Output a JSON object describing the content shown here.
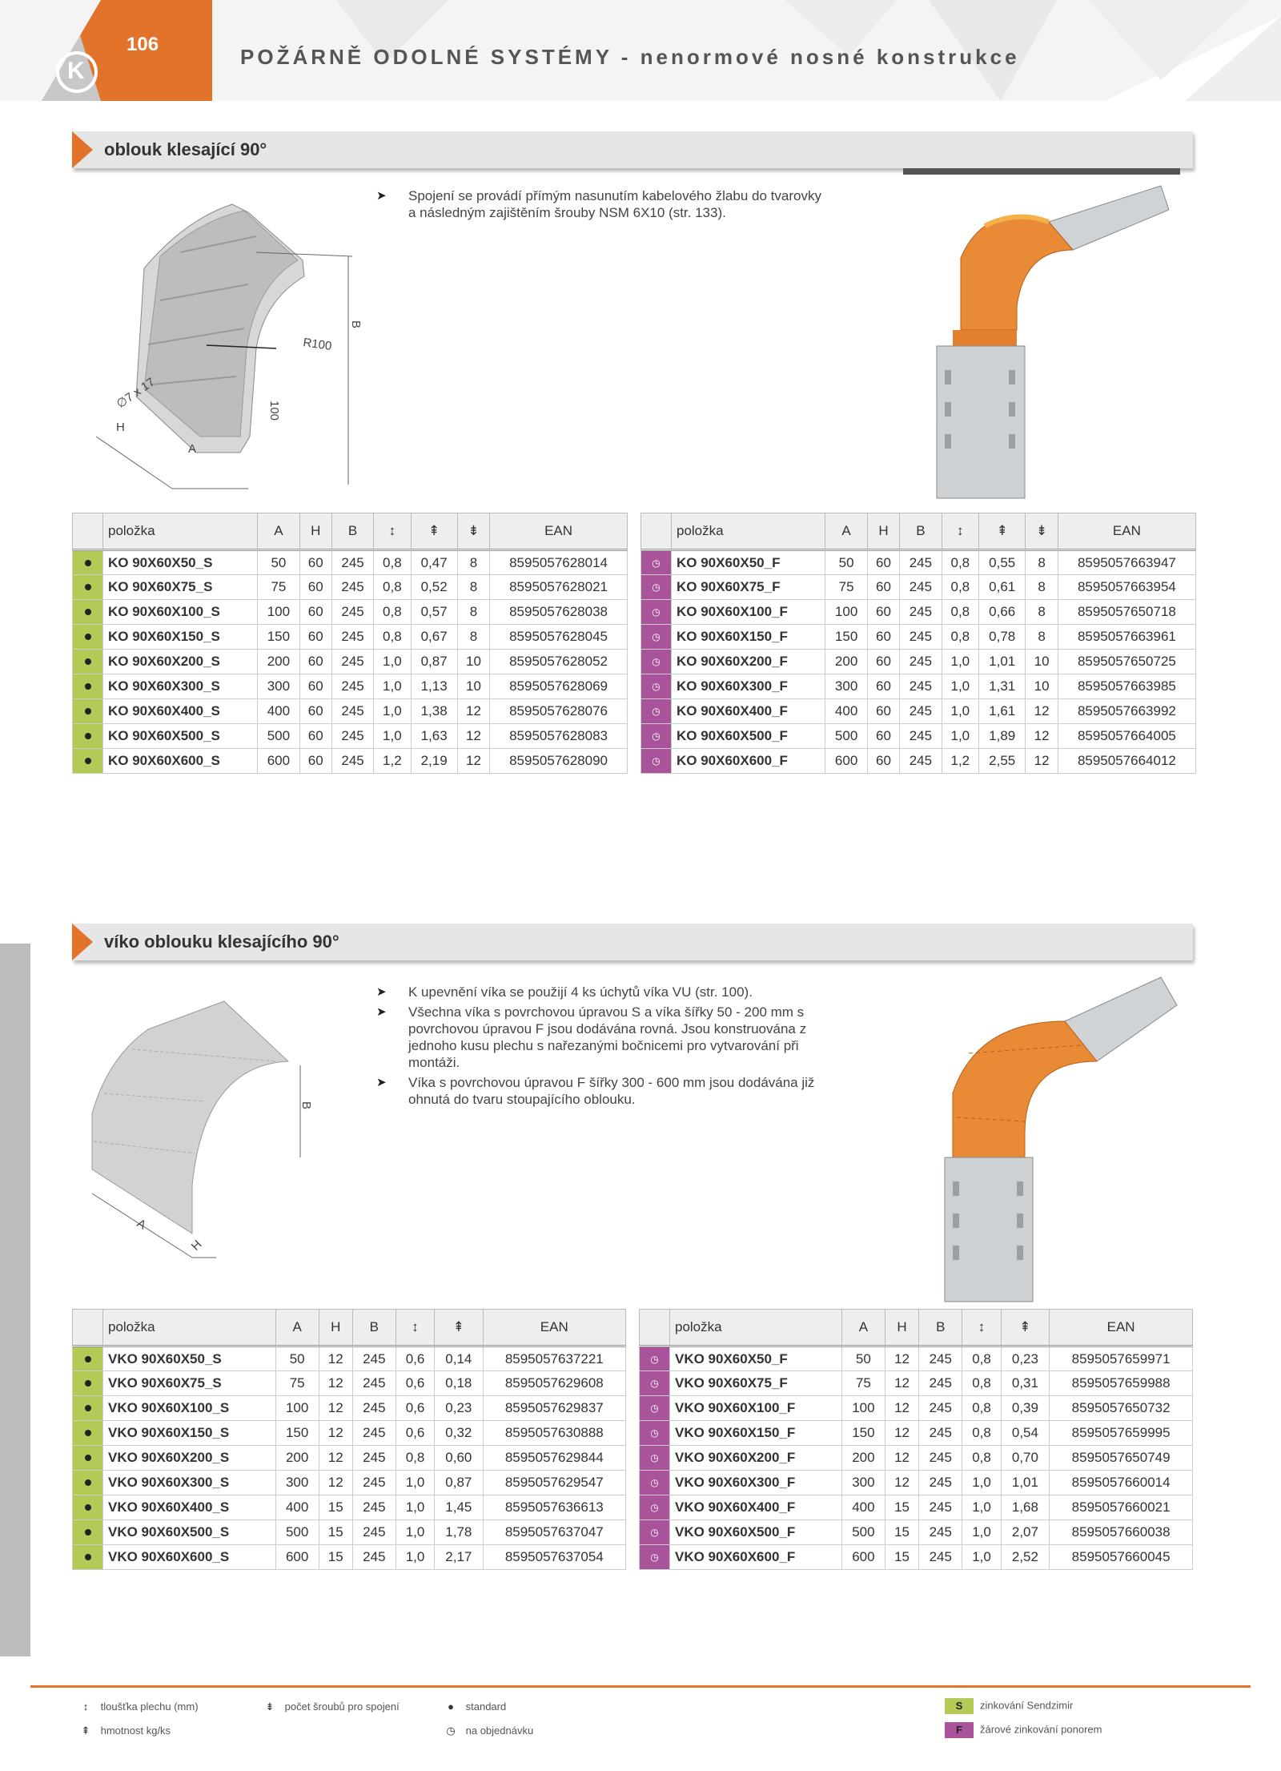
{
  "page": {
    "number": "106",
    "logo": "K",
    "heading": "POŽÁRNĚ ODOLNÉ SYSTÉMY - nenormové nosné konstrukce"
  },
  "colors": {
    "accent": "#e2732a",
    "standard": "#b4ca56",
    "order": "#a8539a"
  },
  "section1": {
    "title": "oblouk klesající 90°",
    "notes": [
      "Spojení se provádí přímým nasunutím kabelového žlabu do tvarovky a následným zajištěním šrouby NSM 6X10 (str. 133)."
    ],
    "drawing_labels": {
      "d": "∅7 x 17",
      "r": "R100",
      "b": "B",
      "h100": "100",
      "h": "H",
      "a": "A"
    },
    "columns": [
      "položka",
      "A",
      "H",
      "B",
      "↕",
      "⇞",
      "⇟"
    ],
    "ean_label": "EAN",
    "table_s": [
      [
        "KO 90X60X50_S",
        "50",
        "60",
        "245",
        "0,8",
        "0,47",
        "8",
        "8595057628014"
      ],
      [
        "KO 90X60X75_S",
        "75",
        "60",
        "245",
        "0,8",
        "0,52",
        "8",
        "8595057628021"
      ],
      [
        "KO 90X60X100_S",
        "100",
        "60",
        "245",
        "0,8",
        "0,57",
        "8",
        "8595057628038"
      ],
      [
        "KO 90X60X150_S",
        "150",
        "60",
        "245",
        "0,8",
        "0,67",
        "8",
        "8595057628045"
      ],
      [
        "KO 90X60X200_S",
        "200",
        "60",
        "245",
        "1,0",
        "0,87",
        "10",
        "8595057628052"
      ],
      [
        "KO 90X60X300_S",
        "300",
        "60",
        "245",
        "1,0",
        "1,13",
        "10",
        "8595057628069"
      ],
      [
        "KO 90X60X400_S",
        "400",
        "60",
        "245",
        "1,0",
        "1,38",
        "12",
        "8595057628076"
      ],
      [
        "KO 90X60X500_S",
        "500",
        "60",
        "245",
        "1,0",
        "1,63",
        "12",
        "8595057628083"
      ],
      [
        "KO 90X60X600_S",
        "600",
        "60",
        "245",
        "1,2",
        "2,19",
        "12",
        "8595057628090"
      ]
    ],
    "table_f": [
      [
        "KO 90X60X50_F",
        "50",
        "60",
        "245",
        "0,8",
        "0,55",
        "8",
        "8595057663947"
      ],
      [
        "KO 90X60X75_F",
        "75",
        "60",
        "245",
        "0,8",
        "0,61",
        "8",
        "8595057663954"
      ],
      [
        "KO 90X60X100_F",
        "100",
        "60",
        "245",
        "0,8",
        "0,66",
        "8",
        "8595057650718"
      ],
      [
        "KO 90X60X150_F",
        "150",
        "60",
        "245",
        "0,8",
        "0,78",
        "8",
        "8595057663961"
      ],
      [
        "KO 90X60X200_F",
        "200",
        "60",
        "245",
        "1,0",
        "1,01",
        "10",
        "8595057650725"
      ],
      [
        "KO 90X60X300_F",
        "300",
        "60",
        "245",
        "1,0",
        "1,31",
        "10",
        "8595057663985"
      ],
      [
        "KO 90X60X400_F",
        "400",
        "60",
        "245",
        "1,0",
        "1,61",
        "12",
        "8595057663992"
      ],
      [
        "KO 90X60X500_F",
        "500",
        "60",
        "245",
        "1,0",
        "1,89",
        "12",
        "8595057664005"
      ],
      [
        "KO 90X60X600_F",
        "600",
        "60",
        "245",
        "1,2",
        "2,55",
        "12",
        "8595057664012"
      ]
    ]
  },
  "section2": {
    "title": "víko oblouku klesajícího 90°",
    "notes": [
      "K upevnění víka se použijí 4 ks úchytů víka VU (str. 100).",
      "Všechna víka s povrchovou úpravou S a víka šířky 50 - 200 mm s povrchovou úpravou F jsou dodávána rovná. Jsou konstruována z jednoho kusu plechu s nařezanými bočnicemi pro vytvarování při montáži.",
      "Víka s povrchovou úpravou F šířky 300 - 600 mm jsou dodávána již ohnutá do tvaru stoupajícího oblouku."
    ],
    "drawing_labels": {
      "b": "B",
      "a": "A",
      "h": "H"
    },
    "columns": [
      "položka",
      "A",
      "H",
      "B",
      "↕",
      "⇞"
    ],
    "ean_label": "EAN",
    "table_s": [
      [
        "VKO 90X60X50_S",
        "50",
        "12",
        "245",
        "0,6",
        "0,14",
        "8595057637221"
      ],
      [
        "VKO 90X60X75_S",
        "75",
        "12",
        "245",
        "0,6",
        "0,18",
        "8595057629608"
      ],
      [
        "VKO 90X60X100_S",
        "100",
        "12",
        "245",
        "0,6",
        "0,23",
        "8595057629837"
      ],
      [
        "VKO 90X60X150_S",
        "150",
        "12",
        "245",
        "0,6",
        "0,32",
        "8595057630888"
      ],
      [
        "VKO 90X60X200_S",
        "200",
        "12",
        "245",
        "0,8",
        "0,60",
        "8595057629844"
      ],
      [
        "VKO 90X60X300_S",
        "300",
        "12",
        "245",
        "1,0",
        "0,87",
        "8595057629547"
      ],
      [
        "VKO 90X60X400_S",
        "400",
        "15",
        "245",
        "1,0",
        "1,45",
        "8595057636613"
      ],
      [
        "VKO 90X60X500_S",
        "500",
        "15",
        "245",
        "1,0",
        "1,78",
        "8595057637047"
      ],
      [
        "VKO 90X60X600_S",
        "600",
        "15",
        "245",
        "1,0",
        "2,17",
        "8595057637054"
      ]
    ],
    "table_f": [
      [
        "VKO 90X60X50_F",
        "50",
        "12",
        "245",
        "0,8",
        "0,23",
        "8595057659971"
      ],
      [
        "VKO 90X60X75_F",
        "75",
        "12",
        "245",
        "0,8",
        "0,31",
        "8595057659988"
      ],
      [
        "VKO 90X60X100_F",
        "100",
        "12",
        "245",
        "0,8",
        "0,39",
        "8595057650732"
      ],
      [
        "VKO 90X60X150_F",
        "150",
        "12",
        "245",
        "0,8",
        "0,54",
        "8595057659995"
      ],
      [
        "VKO 90X60X200_F",
        "200",
        "12",
        "245",
        "0,8",
        "0,70",
        "8595057650749"
      ],
      [
        "VKO 90X60X300_F",
        "300",
        "12",
        "245",
        "1,0",
        "1,01",
        "8595057660014"
      ],
      [
        "VKO 90X60X400_F",
        "400",
        "15",
        "245",
        "1,0",
        "1,68",
        "8595057660021"
      ],
      [
        "VKO 90X60X500_F",
        "500",
        "15",
        "245",
        "1,0",
        "2,07",
        "8595057660038"
      ],
      [
        "VKO 90X60X600_F",
        "600",
        "15",
        "245",
        "1,0",
        "2,52",
        "8595057660045"
      ]
    ]
  },
  "legend": {
    "thickness_sym": "↕",
    "thickness": "tloušťka plechu (mm)",
    "weight_sym": "⇞",
    "weight": "hmotnost kg/ks",
    "screws_sym": "⇟",
    "screws": "počet šroubů pro spojení",
    "standard_sym": "●",
    "standard": "standard",
    "order_sym": "◷",
    "order": "na objednávku",
    "s_code": "S",
    "s_label": "zinkování Sendzimir",
    "f_code": "F",
    "f_label": "žárové zinkování ponorem"
  }
}
